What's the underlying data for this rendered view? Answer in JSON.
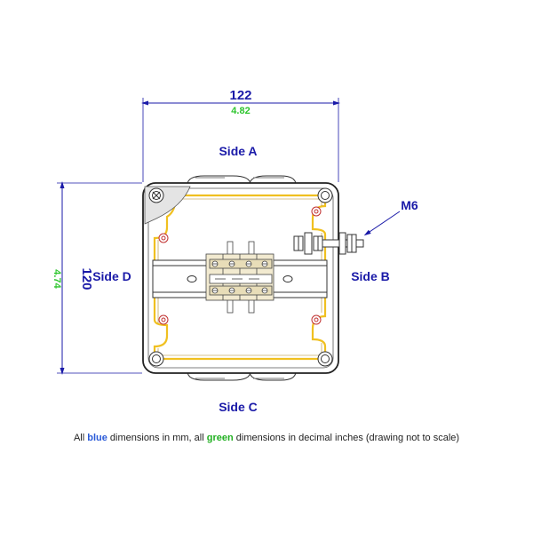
{
  "dimensions": {
    "width_mm": "122",
    "width_in": "4.82",
    "height_mm": "120",
    "height_in": "4.74",
    "thread": "M6"
  },
  "sides": {
    "a": "Side A",
    "b": "Side B",
    "c": "Side C",
    "d": "Side D"
  },
  "caption": {
    "prefix": "All ",
    "blue_word": "blue",
    "middle": " dimensions in mm, all ",
    "green_word": "green",
    "suffix": " dimensions in decimal inches (drawing not to scale)"
  },
  "colors": {
    "dimension_blue": "#1a1aa8",
    "dimension_green": "#2ec52e",
    "gasket": "#f0c020",
    "hole_red": "#c03030"
  }
}
